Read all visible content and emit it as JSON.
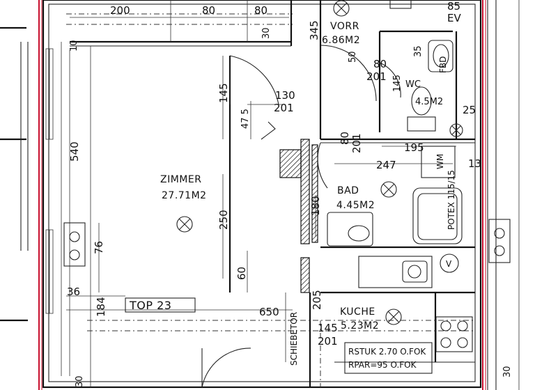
{
  "colors": {
    "ink": "#111111",
    "boundary": "#c8102e",
    "paper": "#ffffff"
  },
  "rooms": {
    "zimmer": {
      "name": "ZIMMER",
      "area": "27.71M2"
    },
    "vorr": {
      "name": "VORR",
      "area": "6.86M2"
    },
    "wc": {
      "name": "WC",
      "area": "4.5M2"
    },
    "bad": {
      "name": "BAD",
      "area": "4.45M2"
    },
    "kueche": {
      "name": "KUCHE",
      "area": "5.23M2"
    }
  },
  "unit_label": "TOP 23",
  "notes": {
    "rstuk": "RSTUK 2.70 O.FOK",
    "rpar": "RPAR=95 O.FOK",
    "schiebetor": "SCHIEBETOR",
    "potex": "POTEX 115/15",
    "fbd": "FBD",
    "ev": "EV",
    "v": "V",
    "wm": "WM"
  },
  "dimensions": {
    "d200": "200",
    "d80a": "80",
    "d80b": "80",
    "d30a": "30",
    "d10": "10",
    "d345": "345",
    "d85": "85",
    "d50": "50",
    "d80c": "80",
    "d201a": "201",
    "d35": "35",
    "d145a": "145",
    "d145b": "145",
    "d130": "130",
    "d201b": "201",
    "d47": "47 5",
    "d25": "25",
    "d540": "540",
    "d80d": "80",
    "d201c": "201",
    "d195": "195",
    "d247": "247",
    "d13": "13",
    "d250": "250",
    "d180": "180",
    "d76": "76",
    "d36": "36",
    "d184": "184",
    "d60": "60",
    "d650": "650",
    "d205": "205",
    "d145c": "145",
    "d201d": "201",
    "d30b": "30",
    "d30c": "30"
  }
}
